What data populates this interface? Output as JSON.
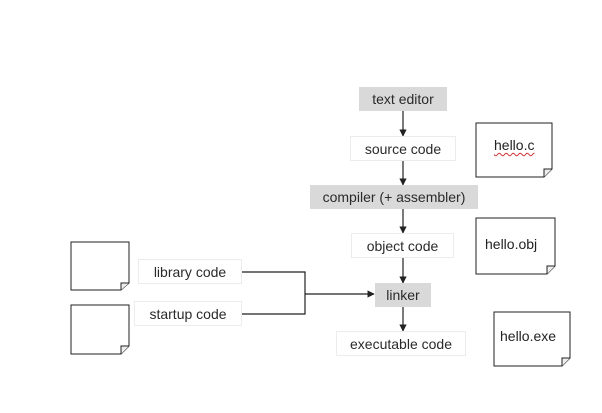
{
  "pipeline": {
    "text_editor": "text editor",
    "source_code": "source code",
    "compiler": "compiler (+ assembler)",
    "object_code": "object code",
    "linker": "linker",
    "executable_code": "executable code"
  },
  "inputs": {
    "library_code": "library code",
    "startup_code": "startup code"
  },
  "files": {
    "source": "hello.c",
    "object": "hello.obj",
    "executable": "hello.exe"
  }
}
